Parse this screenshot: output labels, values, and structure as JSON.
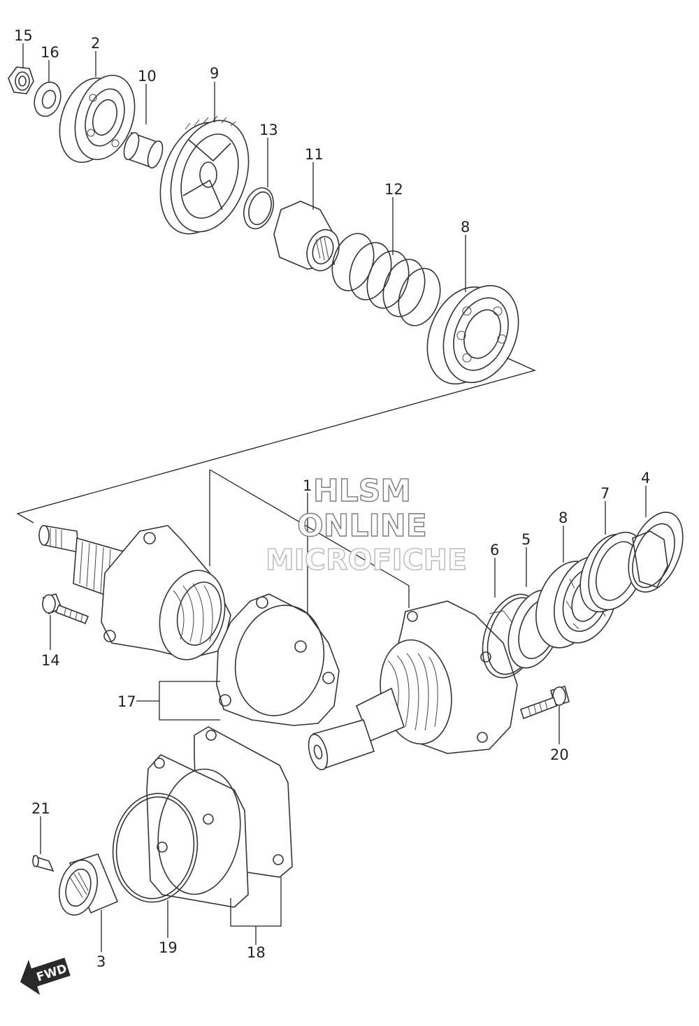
{
  "callouts": {
    "c1": "1",
    "c2": "2",
    "c3": "3",
    "c4": "4",
    "c5": "5",
    "c6": "6",
    "c7": "7",
    "c8a": "8",
    "c8b": "8",
    "c9": "9",
    "c10": "10",
    "c11": "11",
    "c12": "12",
    "c13": "13",
    "c14": "14",
    "c15": "15",
    "c16": "16",
    "c17": "17",
    "c18": "18",
    "c19": "19",
    "c20": "20",
    "c21": "21"
  },
  "watermark": {
    "line1": "HLSM",
    "line2": "ONLINE",
    "line3": "MICROFICHE"
  },
  "direction_badge": "FWD"
}
